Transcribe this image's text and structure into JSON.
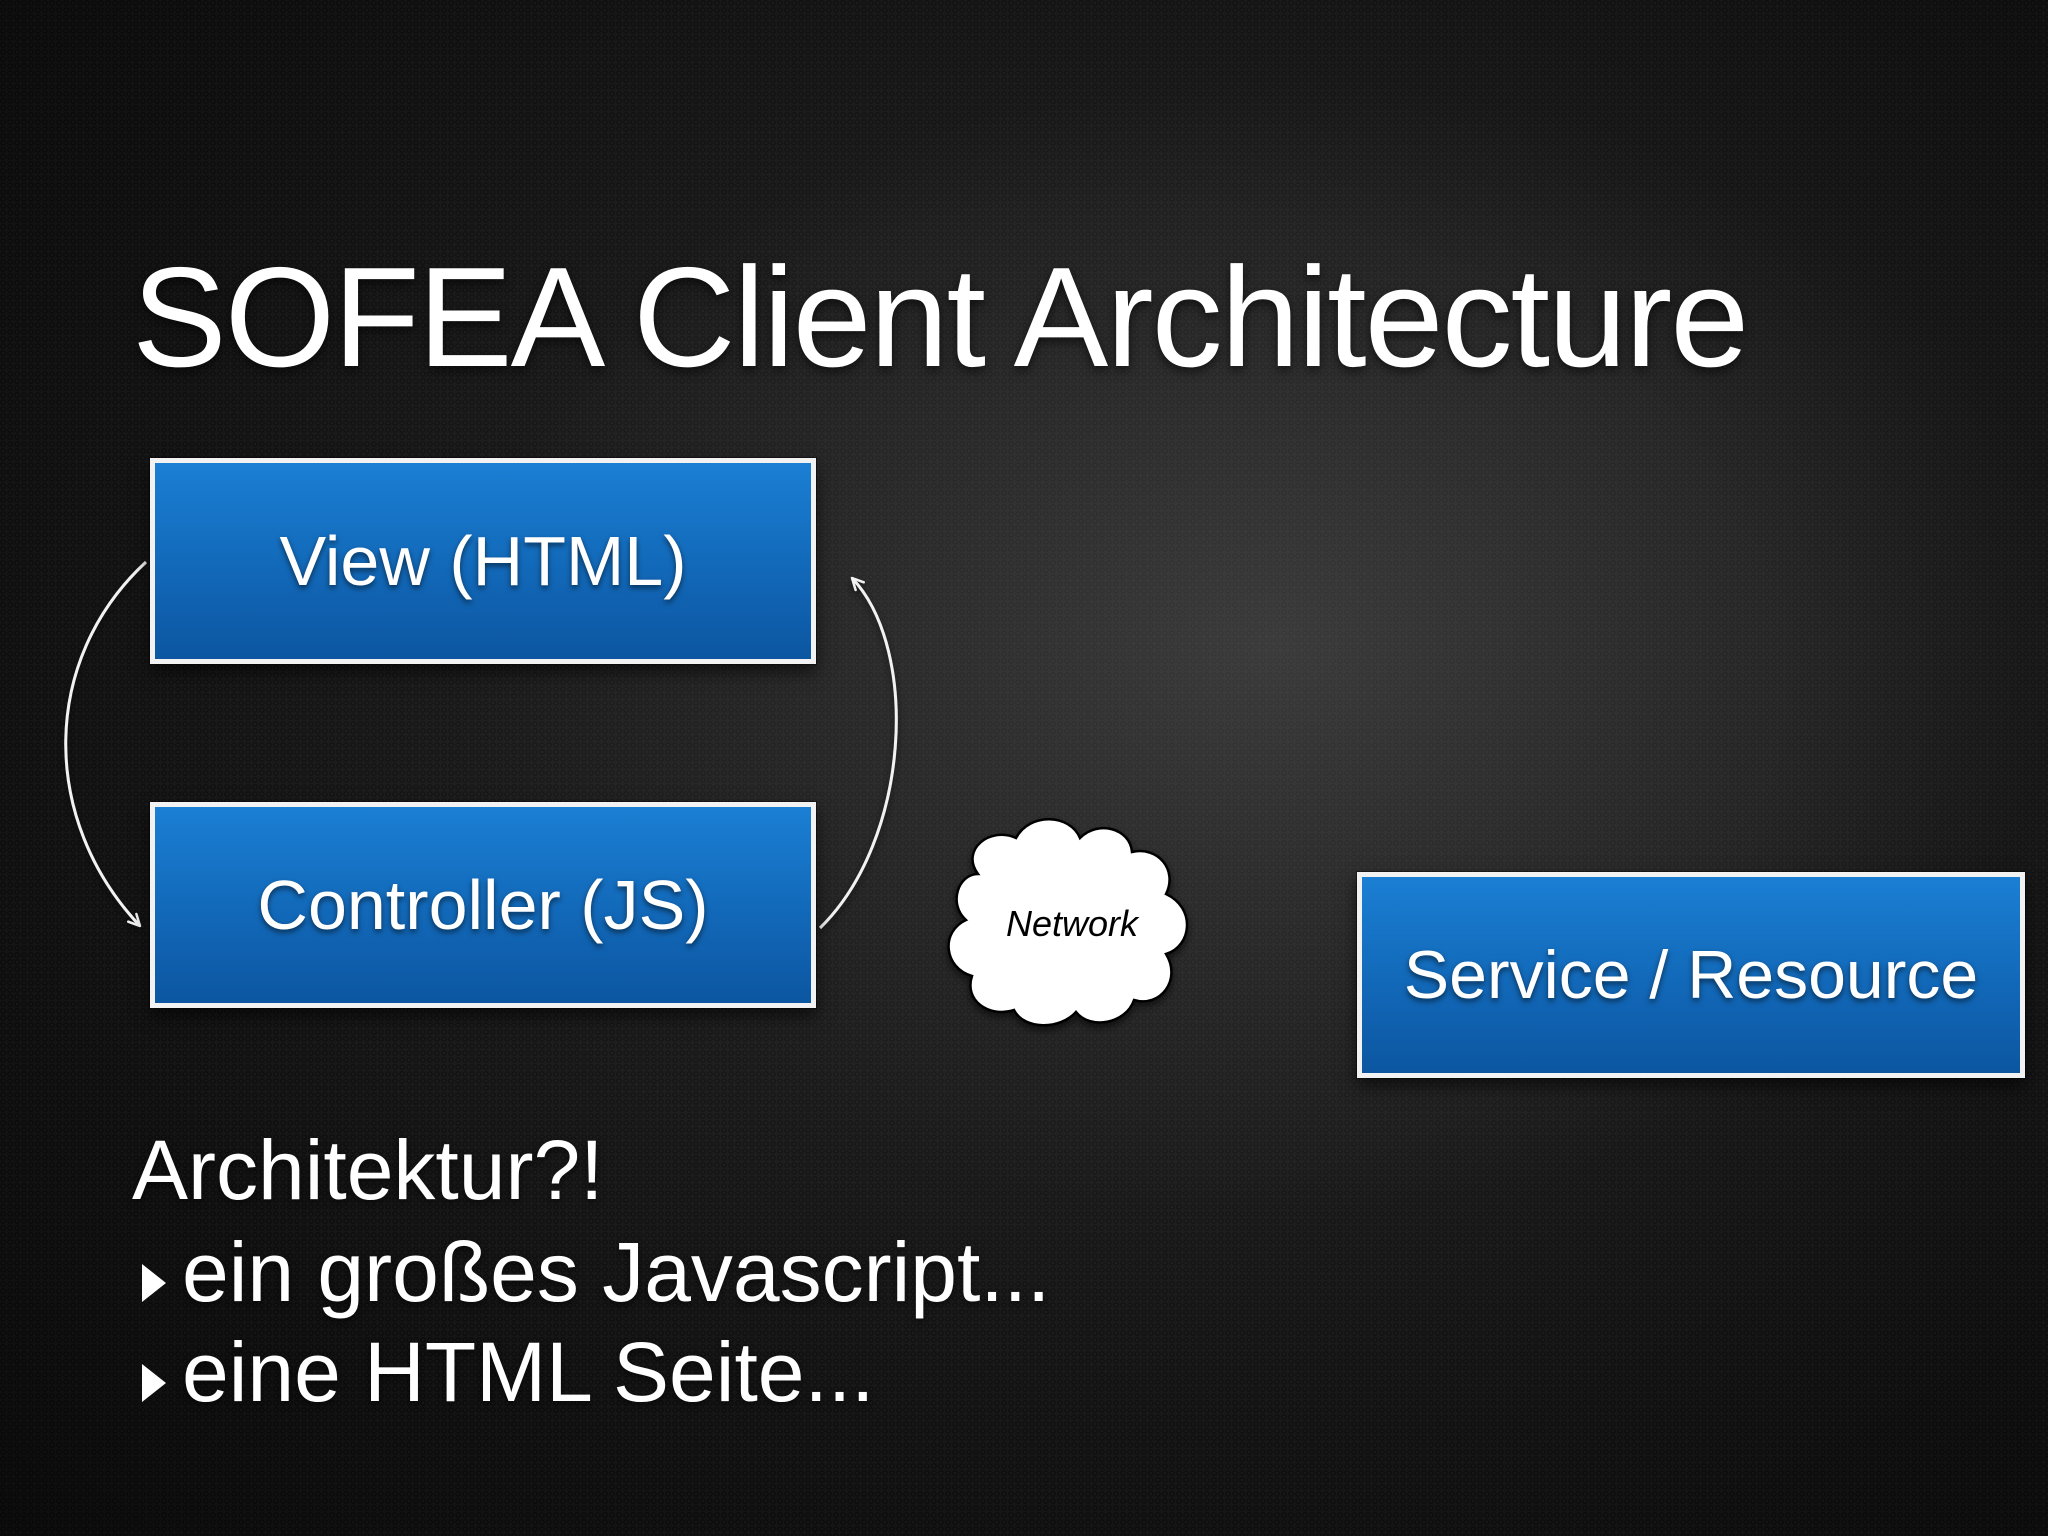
{
  "slide": {
    "title": "SOFEA Client Architecture"
  },
  "diagram": {
    "view_label": "View (HTML)",
    "controller_label": "Controller (JS)",
    "network_label": "Network",
    "service_label": "Service / Resource",
    "box_fill_color": "#1268b8",
    "box_border_color": "#f2f2f2"
  },
  "notes": {
    "heading": "Architektur?!",
    "bullets": [
      "ein großes Javascript...",
      "eine HTML Seite..."
    ],
    "bullet_icon": "triangle-right-icon"
  }
}
